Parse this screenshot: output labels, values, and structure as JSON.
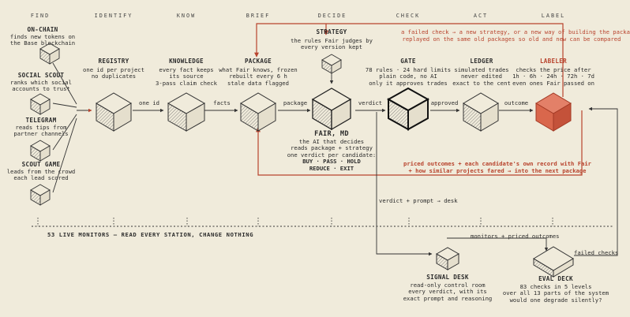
{
  "stages": [
    "FIND",
    "IDENTIFY",
    "KNOW",
    "BRIEF",
    "DECIDE",
    "CHECK",
    "ACT",
    "LABEL"
  ],
  "sources": [
    {
      "title": "ON-CHAIN",
      "desc": [
        "finds new tokens on",
        "the Base blockchain"
      ]
    },
    {
      "title": "SOCIAL SCOUT",
      "desc": [
        "ranks which social",
        "accounts to trust"
      ]
    },
    {
      "title": "TELEGRAM",
      "desc": [
        "reads tips from",
        "partner channels"
      ]
    },
    {
      "title": "SCOUT GAME",
      "desc": [
        "leads from the crowd",
        "each lead scored"
      ]
    }
  ],
  "nodes": {
    "registry": {
      "title": "REGISTRY",
      "desc": [
        "one id per project",
        "no duplicates"
      ]
    },
    "knowledge": {
      "title": "KNOWLEDGE",
      "desc": [
        "every fact keeps",
        "its source",
        "3-pass claim check"
      ]
    },
    "package": {
      "title": "PACKAGE",
      "desc": [
        "what Fair knows, frozen",
        "rebuilt every 6 h",
        "stale data flagged"
      ]
    },
    "strategy": {
      "title": "STRATEGY",
      "desc": [
        "the rules Fair judges by",
        "every version kept"
      ]
    },
    "fair": {
      "title": "FAIR, MD",
      "desc": [
        "the AI that decides",
        "reads package + strategy",
        "one verdict per candidate:"
      ],
      "verdicts": [
        "BUY · PASS · HOLD",
        "REDUCE · EXIT"
      ]
    },
    "gate": {
      "title": "GATE",
      "desc": [
        "78 rules · 24 hard limits",
        "plain code, no AI",
        "only it approves trades"
      ]
    },
    "ledger": {
      "title": "LEDGER",
      "desc": [
        "simulated trades",
        "never edited",
        "exact to the cent"
      ]
    },
    "labeler": {
      "title": "LABELER",
      "desc": [
        "checks the price after",
        "1h · 6h · 24h · 72h · 7d",
        "even ones Fair passed on"
      ]
    },
    "signal_desk": {
      "title": "SIGNAL DESK",
      "desc": [
        "read-only control room",
        "every verdict, with its",
        "exact prompt and reasoning"
      ]
    },
    "eval_deck": {
      "title": "EVAL DECK",
      "desc": [
        "83 checks in 5 levels",
        "over all 13 parts of the system",
        "would one degrade silently?"
      ]
    }
  },
  "edges": {
    "one_id": "one id",
    "facts": "facts",
    "package": "package",
    "verdict": "verdict",
    "approved": "approved",
    "outcome": "outcome",
    "verdict_prompt_desk": "verdict + prompt → desk",
    "monitors_outcomes": "monitors + priced outcomes",
    "failed_checks": "failed checks"
  },
  "feedback_top": [
    "a failed check → a new strategy, or a new way of building the package.",
    "replayed on the same old packages so old and new can be compared"
  ],
  "feedback_bottom": [
    "priced outcomes + each candidate's own record with Fair",
    "+ how similar projects fared → into the next package"
  ],
  "monitors": "53 LIVE MONITORS — READ EVERY STATION, CHANGE NOTHING",
  "colors": {
    "background": "#f0ebdb",
    "ink": "#2b2b2b",
    "accent": "#b8432d",
    "accent_fill": "#d9674c"
  }
}
